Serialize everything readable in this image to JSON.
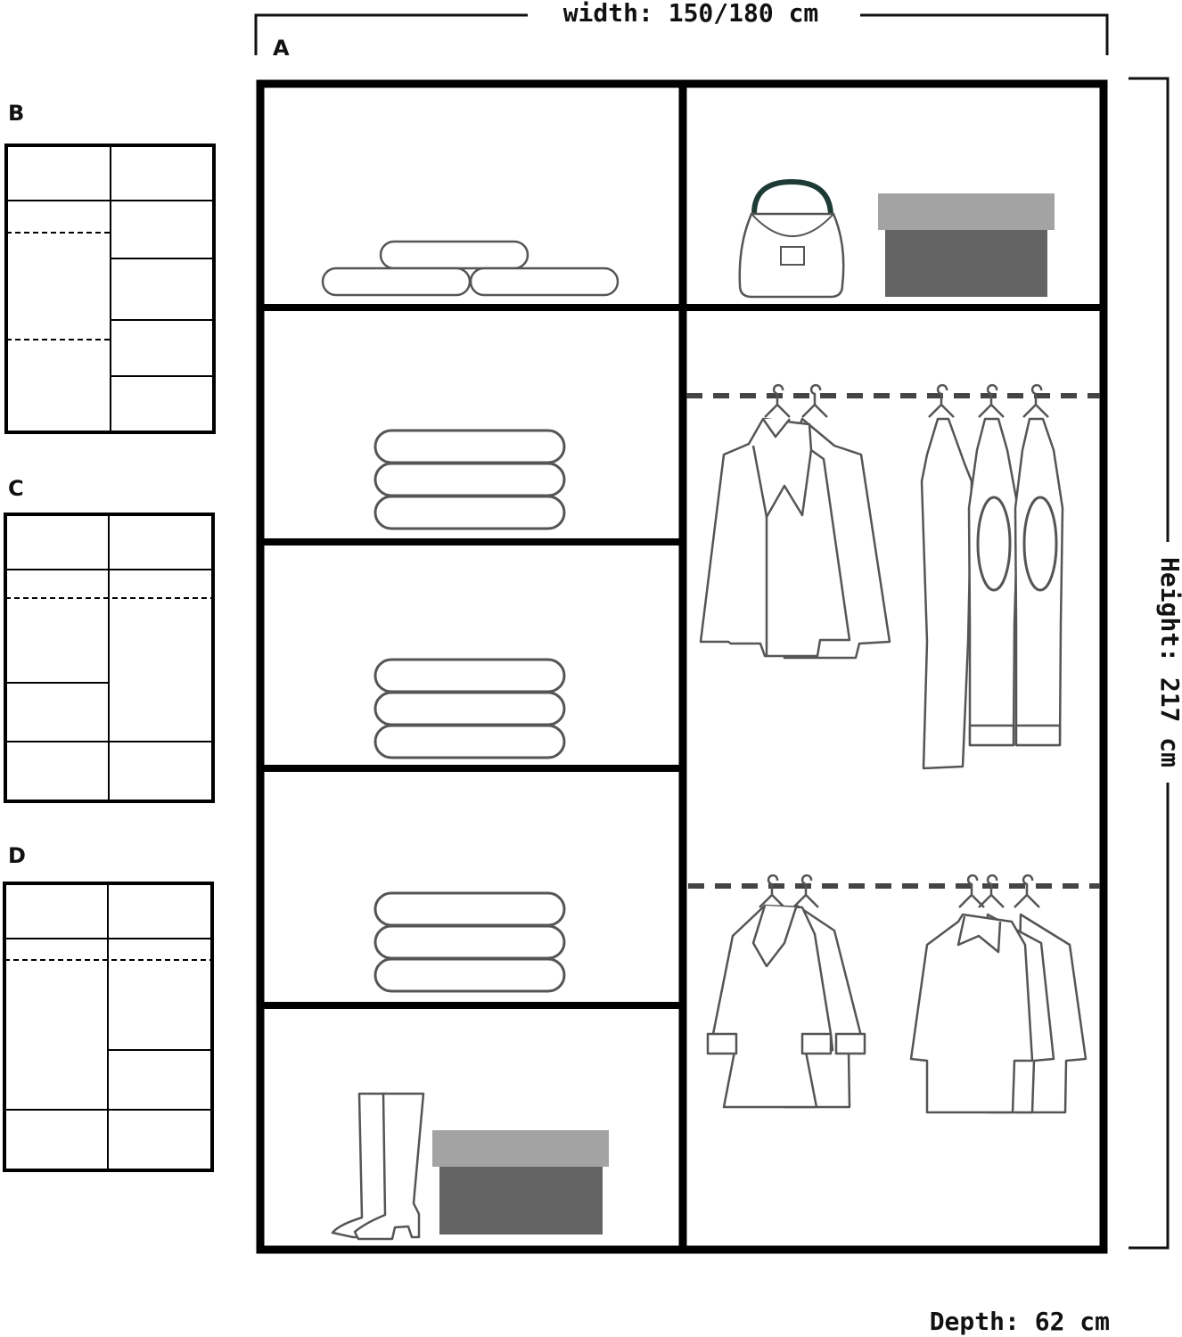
{
  "dimensions": {
    "width": "width: 150/180 cm",
    "height": "Height: 217 cm",
    "depth": "Depth: 62 cm"
  },
  "variants": {
    "main": "A",
    "b": "B",
    "c": "C",
    "d": "D"
  },
  "colors": {
    "outline": "#000000",
    "item_stroke": "#555555",
    "box_lid": "#a3a3a3",
    "box_body": "#636363",
    "bag_handle": "#1d3b34"
  }
}
